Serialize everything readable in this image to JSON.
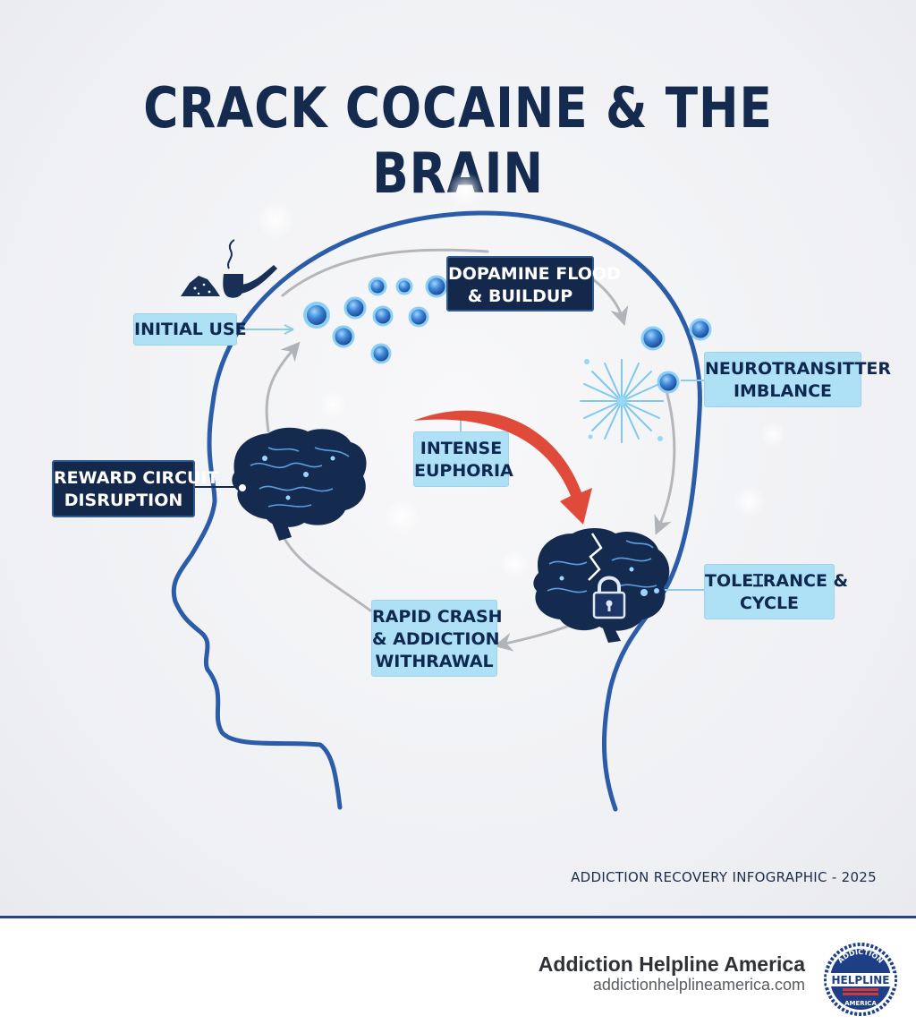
{
  "title": "CRACK COCAINE & THE BRAIN",
  "stages": {
    "initial_use": "INITIAL USE",
    "dopamine": [
      "DOPAMINE FLOOD",
      "& BUILDUP"
    ],
    "neurotransmitter": [
      "NEUROTRANSITTER",
      "IMBLANCE"
    ],
    "euphoria": [
      "INTENSE",
      "EUPHORIA"
    ],
    "reward": [
      "REWARD CIRCUIT",
      "DISRUPTION"
    ],
    "tolerance": [
      "TOLEɪRANCE &",
      "CYCLE"
    ],
    "crash": [
      "RAPID CRASH",
      "& ADDICTION",
      "WITHRAWAL"
    ]
  },
  "footnote": "ADDICTION RECOVERY INFOGRAPHIC - 2025",
  "footer": {
    "org_name": "Addiction Helpline America",
    "org_url": "addictionhelplineamerica.com",
    "logo_text": [
      "ADDICTION",
      "HELPLINE",
      "AMERICA"
    ]
  },
  "colors": {
    "navy": "#142a4e",
    "head_outline": "#2a5ca8",
    "label_light": "#aee0f6",
    "arrow_red": "#e04a3a",
    "cycle_gray": "#b4b6ba"
  },
  "icons": [
    "cocaine-pile-icon",
    "crack-pipe-icon",
    "brain-icon",
    "cracked-brain-icon",
    "padlock-icon",
    "starburst-icon",
    "dopamine-molecule-icon"
  ]
}
